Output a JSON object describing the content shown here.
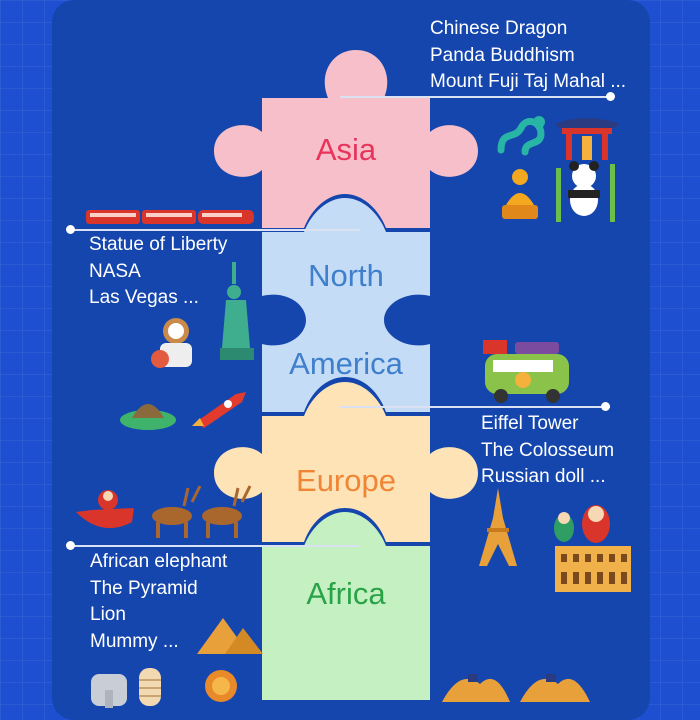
{
  "regions": [
    {
      "name": "Asia",
      "color": "#f7bfca",
      "text_color": "#e8335a"
    },
    {
      "name": "North",
      "color": "#c4dcf5",
      "text_color": "#3f7fcc"
    },
    {
      "name": "America",
      "color": "#c4dcf5",
      "text_color": "#3f7fcc"
    },
    {
      "name": "Europe",
      "color": "#fde3b5",
      "text_color": "#f08536"
    },
    {
      "name": "Africa",
      "color": "#c5f0c1",
      "text_color": "#2aa348"
    }
  ],
  "captions": {
    "asia": [
      "Chinese Dragon",
      "Panda  Buddhism",
      "Mount Fuji Taj Mahal ..."
    ],
    "america": [
      "Statue of Liberty",
      "NASA",
      "Las Vegas ..."
    ],
    "europe": [
      "Eiffel Tower",
      "The Colosseum",
      "Russian doll ..."
    ],
    "africa": [
      "African elephant",
      "The Pyramid",
      "Lion",
      "Mummy ..."
    ]
  },
  "icons": [
    "dragon-icon",
    "chinese-gate-icon",
    "buddha-icon",
    "panda-icon",
    "train-icon",
    "statue-of-liberty-icon",
    "astronaut-icon",
    "ufo-icon",
    "rocket-icon",
    "hippie-van-icon",
    "eiffel-tower-icon",
    "matryoshka-icon",
    "colosseum-icon",
    "reindeer-sleigh-icon",
    "pyramid-icon",
    "elephant-icon",
    "mummy-icon",
    "lion-icon",
    "camel-icon"
  ]
}
